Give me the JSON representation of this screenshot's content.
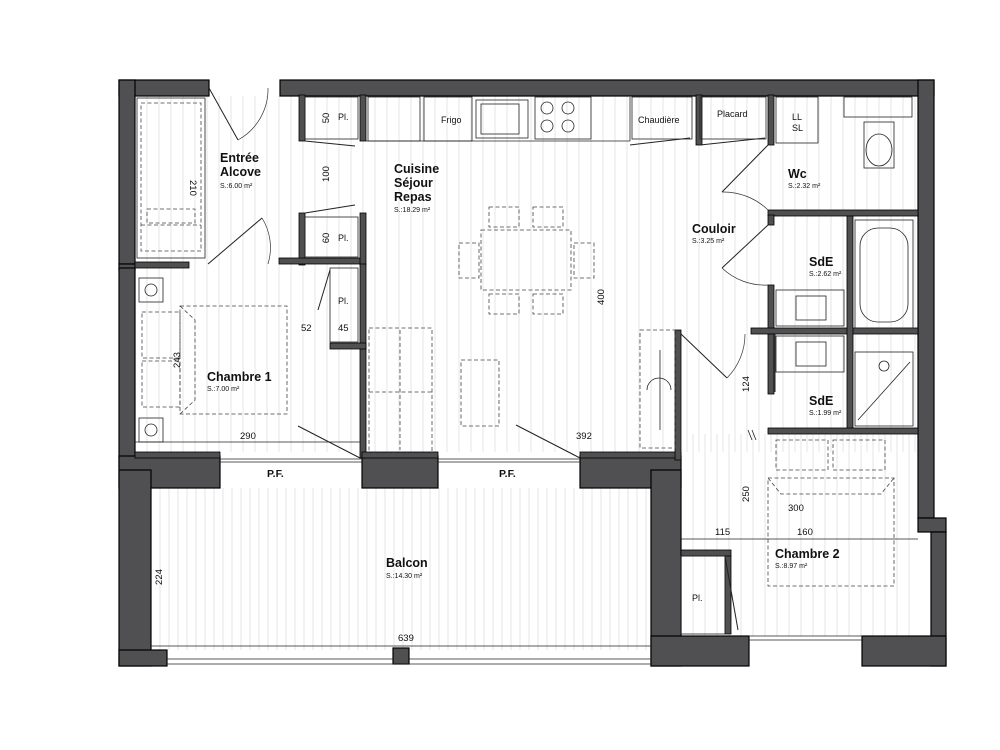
{
  "rooms": {
    "entree": {
      "name_line1": "Entrée",
      "name_line2": "Alcove",
      "area": "S.:6.00 m²"
    },
    "cuisine": {
      "name_line1": "Cuisine",
      "name_line2": "Séjour",
      "name_line3": "Repas",
      "area": "S.:18.29 m²"
    },
    "wc": {
      "name": "Wc",
      "area": "S.:2.32 m²"
    },
    "couloir": {
      "name": "Couloir",
      "area": "S.:3.25 m²"
    },
    "sde1": {
      "name": "SdE",
      "area": "S.:2.62 m²"
    },
    "sde2": {
      "name": "SdE",
      "area": "S.:1.99 m²"
    },
    "chambre1": {
      "name": "Chambre 1",
      "area": "S.:7.00 m²"
    },
    "chambre2": {
      "name": "Chambre 2",
      "area": "S.:8.97 m²"
    },
    "balcon": {
      "name": "Balcon",
      "area": "S.:14.30 m²"
    }
  },
  "labels": {
    "frigo": "Frigo",
    "chaudiere": "Chaudière",
    "placard": "Placard",
    "ll": "LL",
    "sl": "SL",
    "pl": "Pl.",
    "pf": "P.F."
  },
  "dimensions": {
    "d210": "210",
    "d100": "100",
    "d50": "50",
    "d60": "60",
    "d52": "52",
    "d45": "45",
    "d243": "243",
    "d290": "290",
    "d392": "392",
    "d400": "400",
    "d124": "124",
    "d250": "250",
    "d300": "300",
    "d115": "115",
    "d160": "160",
    "d224": "224",
    "d639": "639"
  }
}
